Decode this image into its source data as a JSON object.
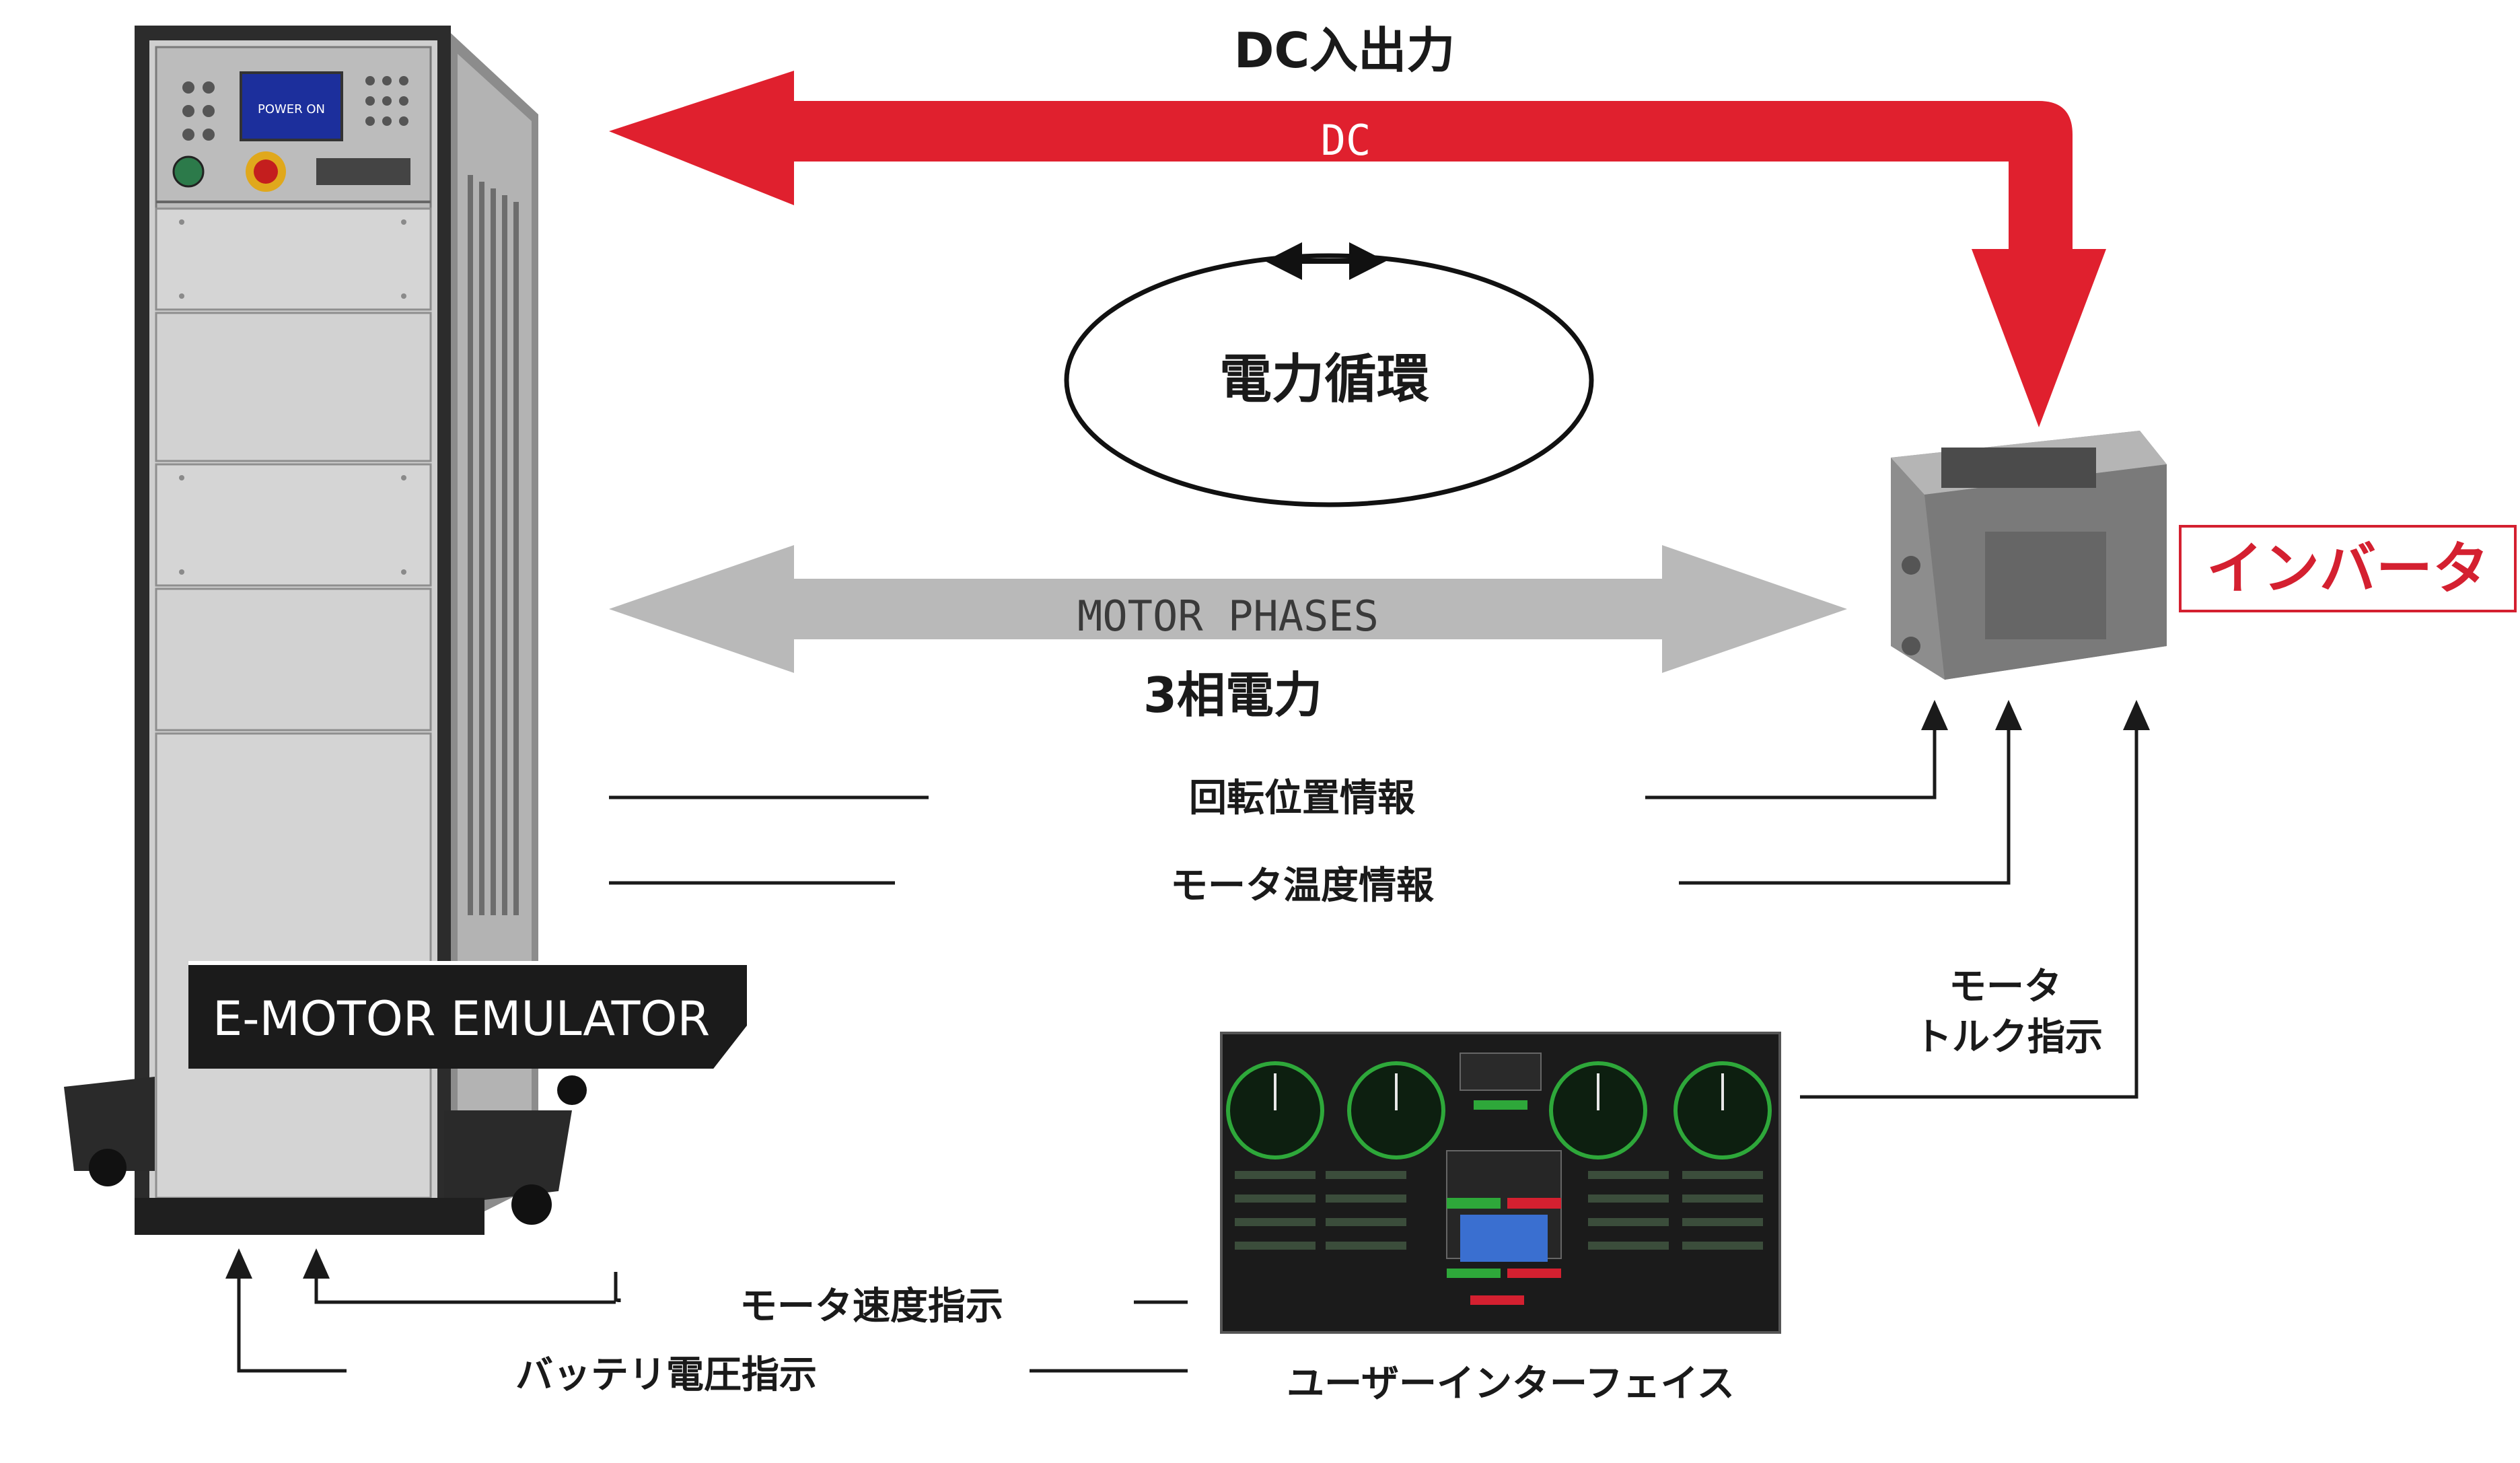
{
  "labels": {
    "dc_io": "DC入出力",
    "dc_arrow": "DC",
    "power_circulation": "電力循環",
    "motor_phases_arrow": "MOTOR PHASES",
    "three_phase_power": "3相電力",
    "rotation_position_info": "回転位置情報",
    "motor_temp_info": "モータ温度情報",
    "motor_torque_cmd_line1": "モータ",
    "motor_torque_cmd_line2": "トルク指示",
    "motor_speed_cmd": "モータ速度指示",
    "battery_voltage_cmd": "バッテリ電圧指示",
    "user_interface": "ユーザーインターフェイス",
    "inverter": "インバータ",
    "emulator_name": "E-MOTOR EMULATOR",
    "screen_text": "POWER ON"
  },
  "colors": {
    "dc_arrow": "#e0202e",
    "phase_arrow": "#b9b9b9",
    "inverter_text": "#d42030",
    "cabinet_dark": "#2a2a2a",
    "gauge_green": "#2ea83a"
  }
}
